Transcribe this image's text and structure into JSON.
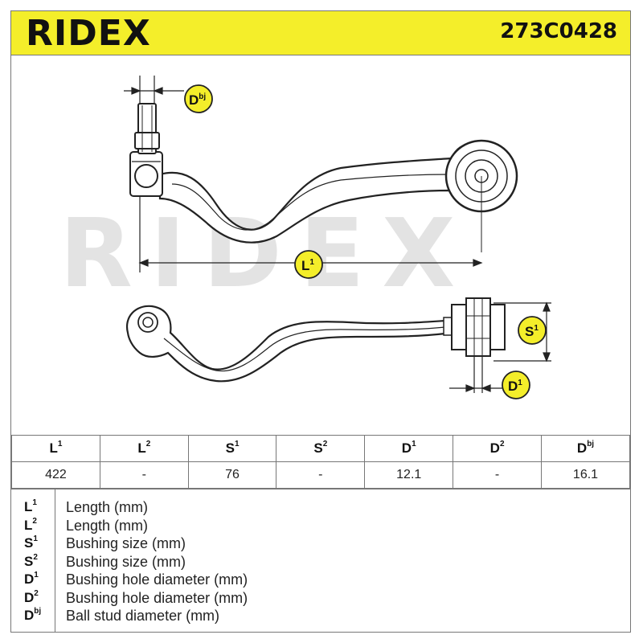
{
  "header": {
    "brand": "RIDEX",
    "part_number": "273C0428"
  },
  "drawing": {
    "watermark": "RIDEX",
    "callouts": {
      "dbj": "D",
      "dbj_sup": "bj",
      "l1": "L",
      "l1_sup": "1",
      "s1": "S",
      "s1_sup": "1",
      "d1": "D",
      "d1_sup": "1"
    }
  },
  "table": {
    "headers": [
      {
        "sym": "L",
        "sup": "1"
      },
      {
        "sym": "L",
        "sup": "2"
      },
      {
        "sym": "S",
        "sup": "1"
      },
      {
        "sym": "S",
        "sup": "2"
      },
      {
        "sym": "D",
        "sup": "1"
      },
      {
        "sym": "D",
        "sup": "2"
      },
      {
        "sym": "D",
        "sup": "bj"
      }
    ],
    "values": [
      "422",
      "-",
      "76",
      "-",
      "12.1",
      "-",
      "16.1"
    ]
  },
  "legend": [
    {
      "sym": "L",
      "sup": "1",
      "desc": "Length (mm)"
    },
    {
      "sym": "L",
      "sup": "2",
      "desc": "Length (mm)"
    },
    {
      "sym": "S",
      "sup": "1",
      "desc": "Bushing size (mm)"
    },
    {
      "sym": "S",
      "sup": "2",
      "desc": "Bushing size (mm)"
    },
    {
      "sym": "D",
      "sup": "1",
      "desc": "Bushing hole diameter (mm)"
    },
    {
      "sym": "D",
      "sup": "2",
      "desc": "Bushing hole diameter (mm)"
    },
    {
      "sym": "D",
      "sup": "bj",
      "desc": "Ball stud diameter (mm)"
    }
  ],
  "colors": {
    "header_bg": "#f4ee2a",
    "callout_bg": "#f4ee2a",
    "watermark": "#e3e3e3",
    "line": "#222222"
  }
}
